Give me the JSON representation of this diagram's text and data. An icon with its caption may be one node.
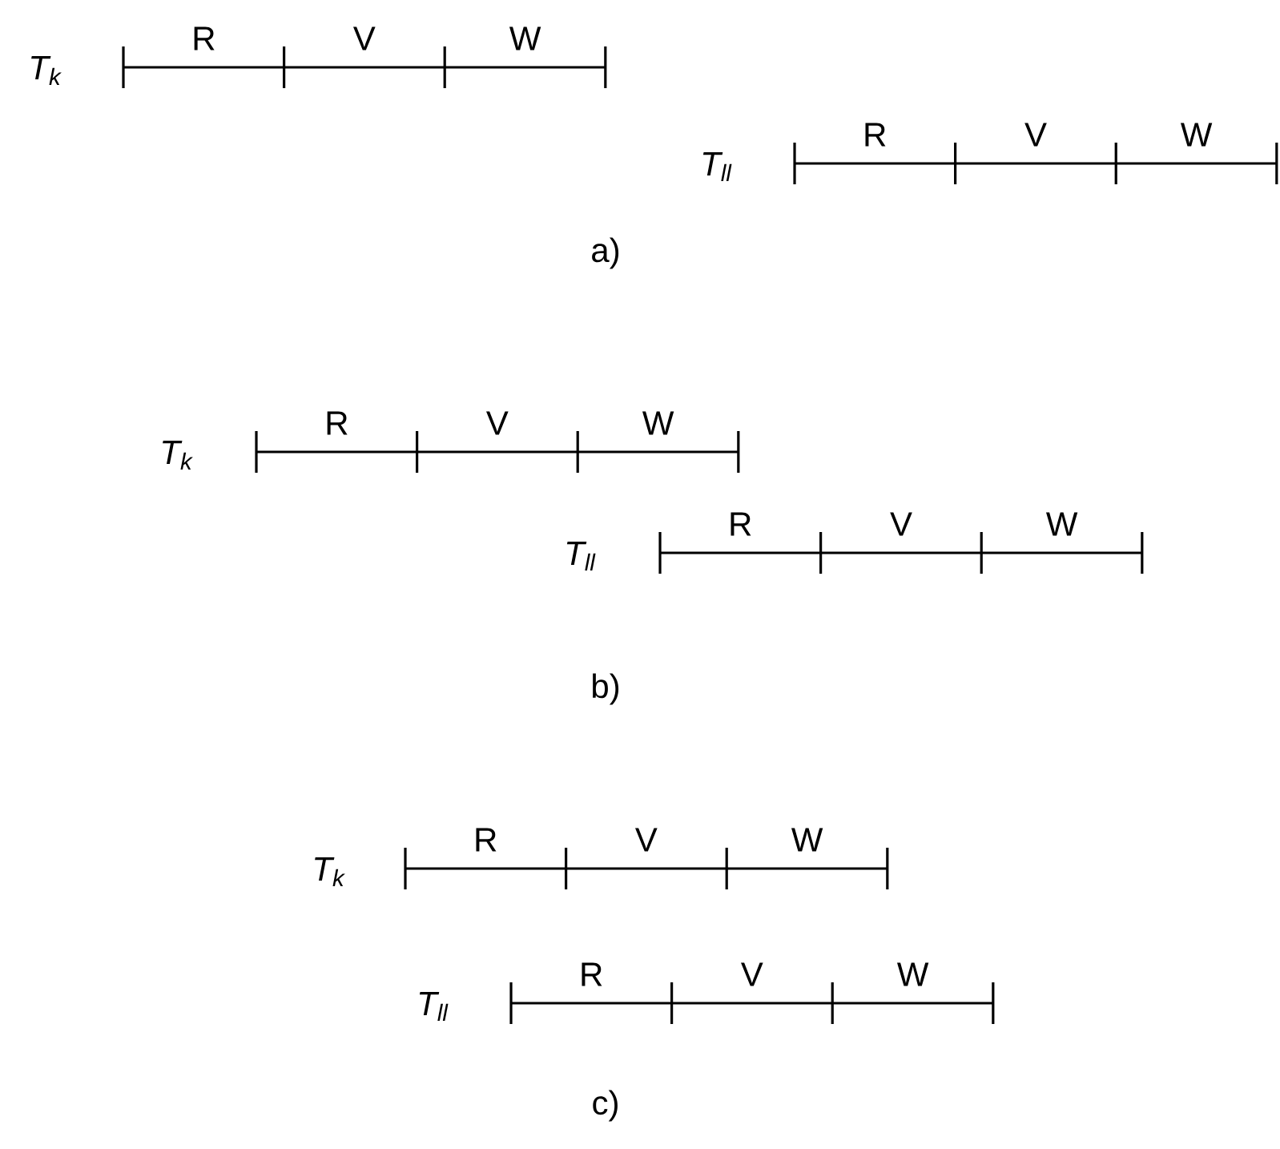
{
  "diagram": {
    "labels": [
      "T$_{k}$",
      "R",
      "V",
      "W",
      "T$_{ll}$",
      "R",
      "V",
      "W",
      "a)",
      "T$_{k}$",
      "R",
      "V",
      "W",
      "T$_{ll}$",
      "R",
      "V",
      "W",
      "b)",
      "T$_{k}$",
      "R",
      "V",
      "W",
      "T$_{ll}$",
      "R",
      "V",
      "W",
      "c)"
    ]
  }
}
